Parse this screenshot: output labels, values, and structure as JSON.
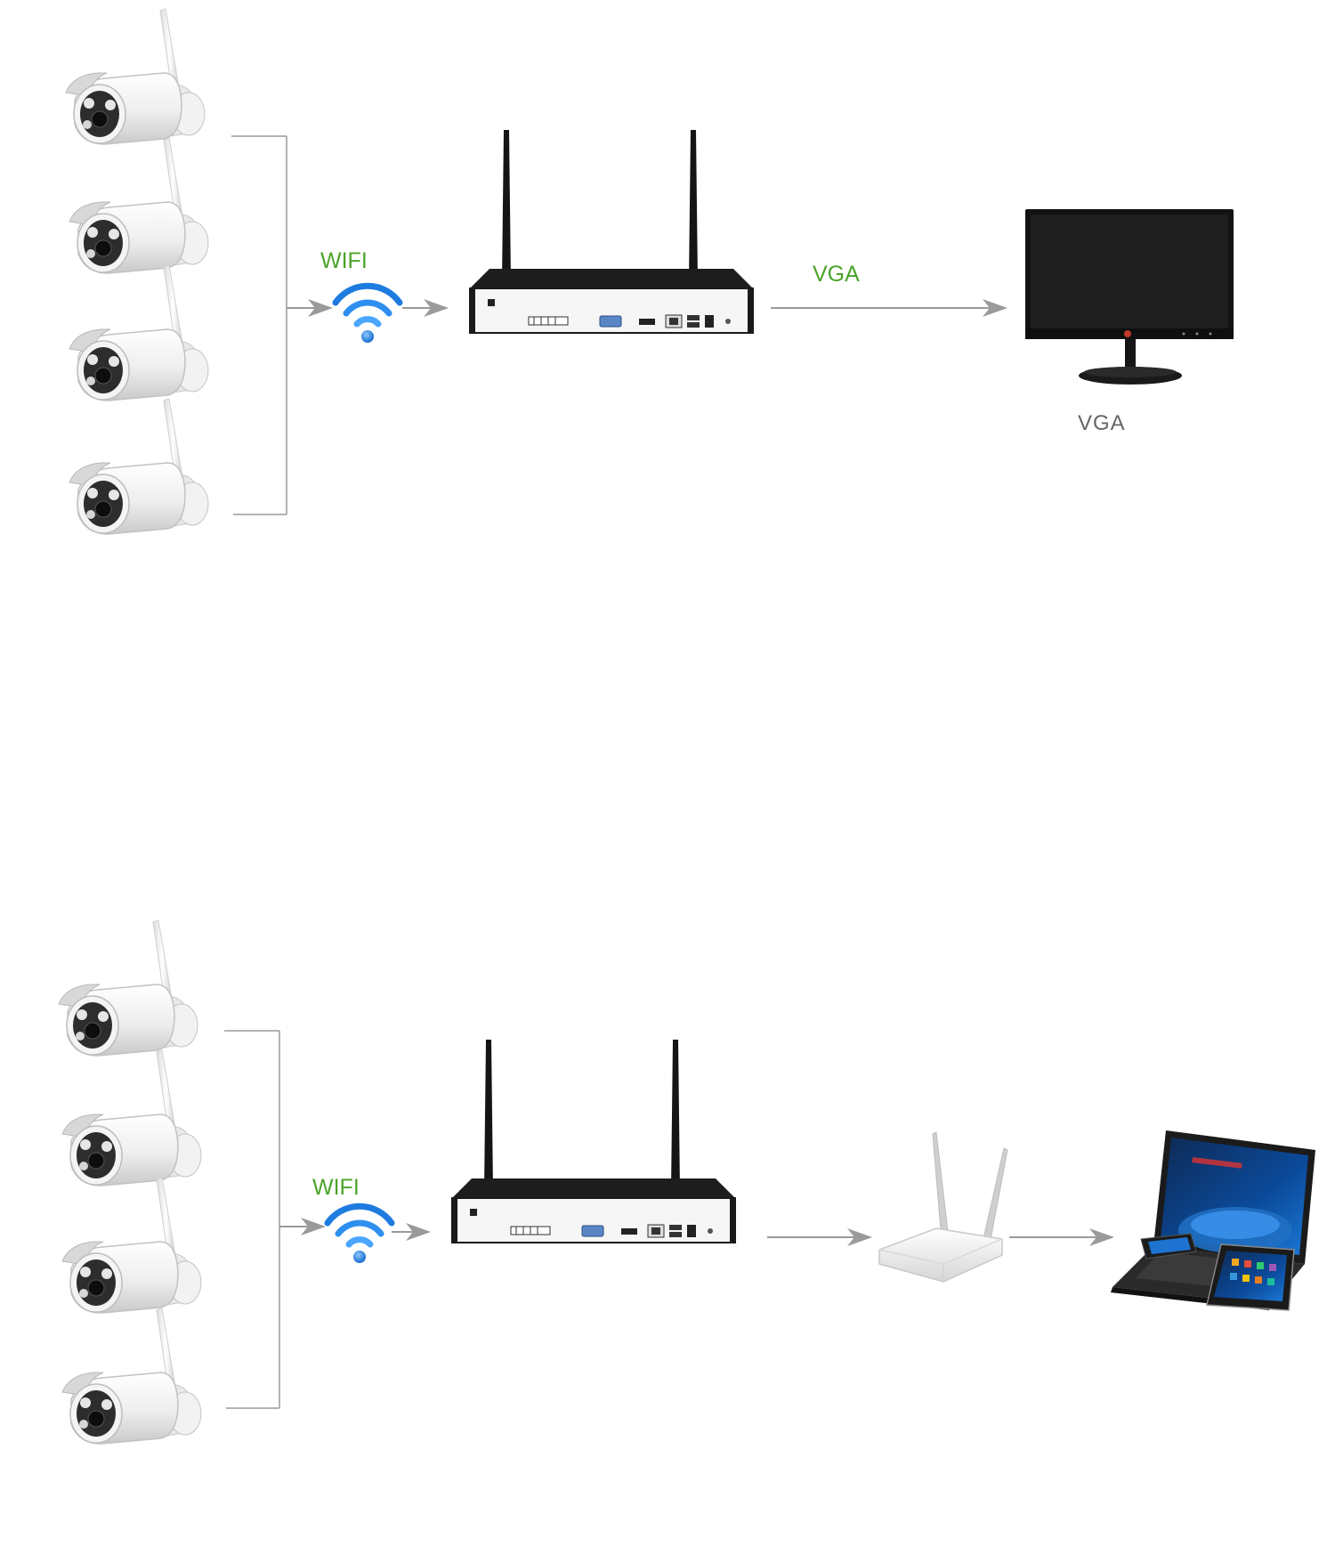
{
  "top_diagram": {
    "wifi_label": "WIFI",
    "link_label": "VGA",
    "display_caption": "VGA",
    "cameras": [
      "camera",
      "camera",
      "camera",
      "camera"
    ],
    "devices": [
      "wifi-icon",
      "nvr-recorder",
      "monitor"
    ]
  },
  "bottom_diagram": {
    "wifi_label": "WIFI",
    "cameras": [
      "camera",
      "camera",
      "camera",
      "camera"
    ],
    "devices": [
      "wifi-icon",
      "nvr-recorder",
      "wireless-router",
      "laptop",
      "tablet",
      "smartphone"
    ]
  },
  "colors": {
    "label_green": "#4aa32a",
    "wifi_blue": "#1e7be0",
    "line_gray": "#9a9a9a",
    "device_black": "#1a1a1a"
  }
}
